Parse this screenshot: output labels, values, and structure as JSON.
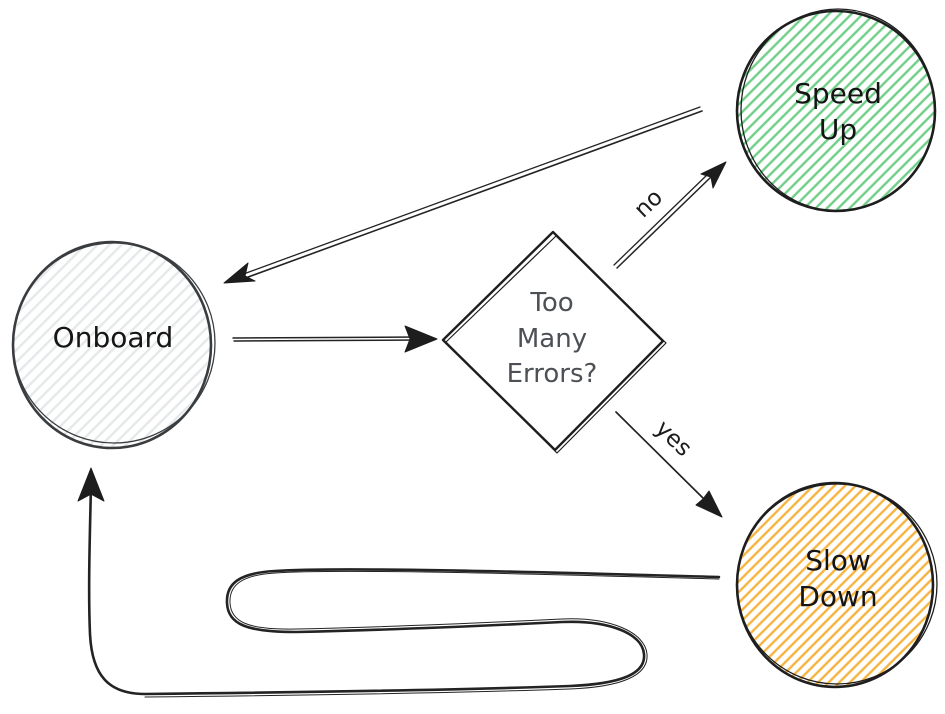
{
  "canvas": {
    "background_color": "#ffffff",
    "style": "hand-drawn flowchart"
  },
  "nodes": {
    "onboard": {
      "label": "Onboard",
      "shape": "circle",
      "hatch_color": "#e5e8e9",
      "stroke_color": "#3a3d40"
    },
    "decision": {
      "label": "Too Many Errors?",
      "line1": "Too",
      "line2": "Many",
      "line3": "Errors?",
      "shape": "diamond",
      "fill_color": "#ffffff",
      "stroke_color": "#1e1e1e",
      "text_color": "#4d5156"
    },
    "speed_up": {
      "label": "Speed Up",
      "line1": "Speed",
      "line2": "Up",
      "shape": "circle",
      "hatch_color": "#6fce87",
      "stroke_color": "#1e1e1e"
    },
    "slow_down": {
      "label": "Slow Down",
      "line1": "Slow",
      "line2": "Down",
      "shape": "circle",
      "hatch_color": "#f6b33f",
      "stroke_color": "#1e1e1e"
    }
  },
  "edges": {
    "onboard_to_decision": {
      "from": "Onboard",
      "to": "Too Many Errors?",
      "label": ""
    },
    "decision_to_speed_up": {
      "from": "Too Many Errors?",
      "to": "Speed Up",
      "label": "no"
    },
    "decision_to_slow_down": {
      "from": "Too Many Errors?",
      "to": "Slow Down",
      "label": "yes"
    },
    "speed_up_to_onboard": {
      "from": "Speed Up",
      "to": "Onboard",
      "label": ""
    },
    "slow_down_to_onboard": {
      "from": "Slow Down",
      "to": "Onboard",
      "label": ""
    }
  }
}
